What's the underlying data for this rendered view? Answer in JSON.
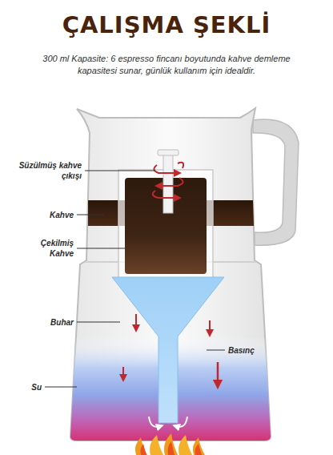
{
  "diagram": {
    "title": "ÇALIŞMA ŞEKLİ",
    "caption": "300 ml Kapasite: 6 espresso fincanı boyutunda kahve demleme kapasitesi sunar, günlük kullanım için idealdir.",
    "labels": [
      "Süzülmüş kahve çıkışı",
      "Kahve",
      "Çekilmiş Kahve",
      "Buhar",
      "Basınç",
      "Su"
    ]
  }
}
